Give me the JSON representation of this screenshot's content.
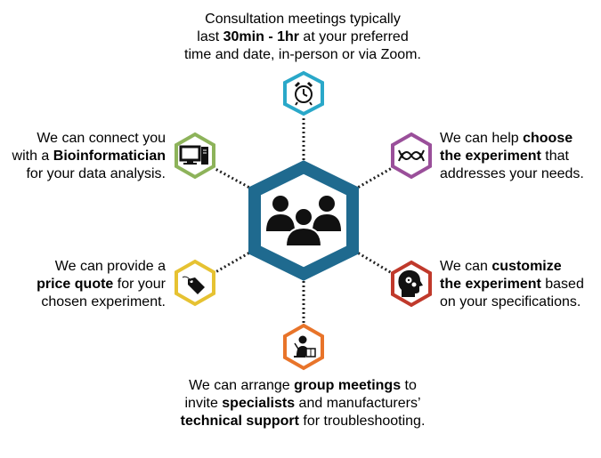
{
  "colors": {
    "center": "#1f6a8f",
    "clock": "#2aa8c9",
    "dna": "#9a4f9a",
    "brain": "#c0392b",
    "support": "#e8742a",
    "tag": "#e6c232",
    "computer": "#8db35a",
    "connector": "#222222"
  },
  "icons": {
    "center": "group-people-icon",
    "clock": "alarm-clock-icon",
    "dna": "dna-icon",
    "brain": "head-gears-icon",
    "support": "presenter-icon",
    "tag": "price-tag-icon",
    "computer": "desktop-computer-icon"
  },
  "top": {
    "l1": "Consultation meetings typically",
    "l2a": "last ",
    "l2b": "30min - 1hr",
    "l2c": " at your preferred",
    "l3": "time and date, in-person or via Zoom."
  },
  "upper_right": {
    "l1a": "We can help ",
    "l1b": "choose",
    "l2a": "the experiment",
    "l2b": " that",
    "l3": "addresses your needs."
  },
  "lower_right": {
    "l1a": "We can ",
    "l1b": "customize",
    "l2a": "the experiment",
    "l2b": " based",
    "l3": "on your specifications."
  },
  "bottom": {
    "l1a": "We can arrange ",
    "l1b": "group meetings",
    "l1c": " to",
    "l2a": "invite ",
    "l2b": "specialists",
    "l2c": " and manufacturers’",
    "l3a": "technical support",
    "l3b": " for troubleshooting."
  },
  "lower_left": {
    "l1": "We can provide a",
    "l2a": "price quote",
    "l2b": " for your",
    "l3": "chosen experiment."
  },
  "upper_left": {
    "l1": "We can connect you",
    "l2a": "with a ",
    "l2b": "Bioinformatician",
    "l3": "for your data analysis."
  }
}
